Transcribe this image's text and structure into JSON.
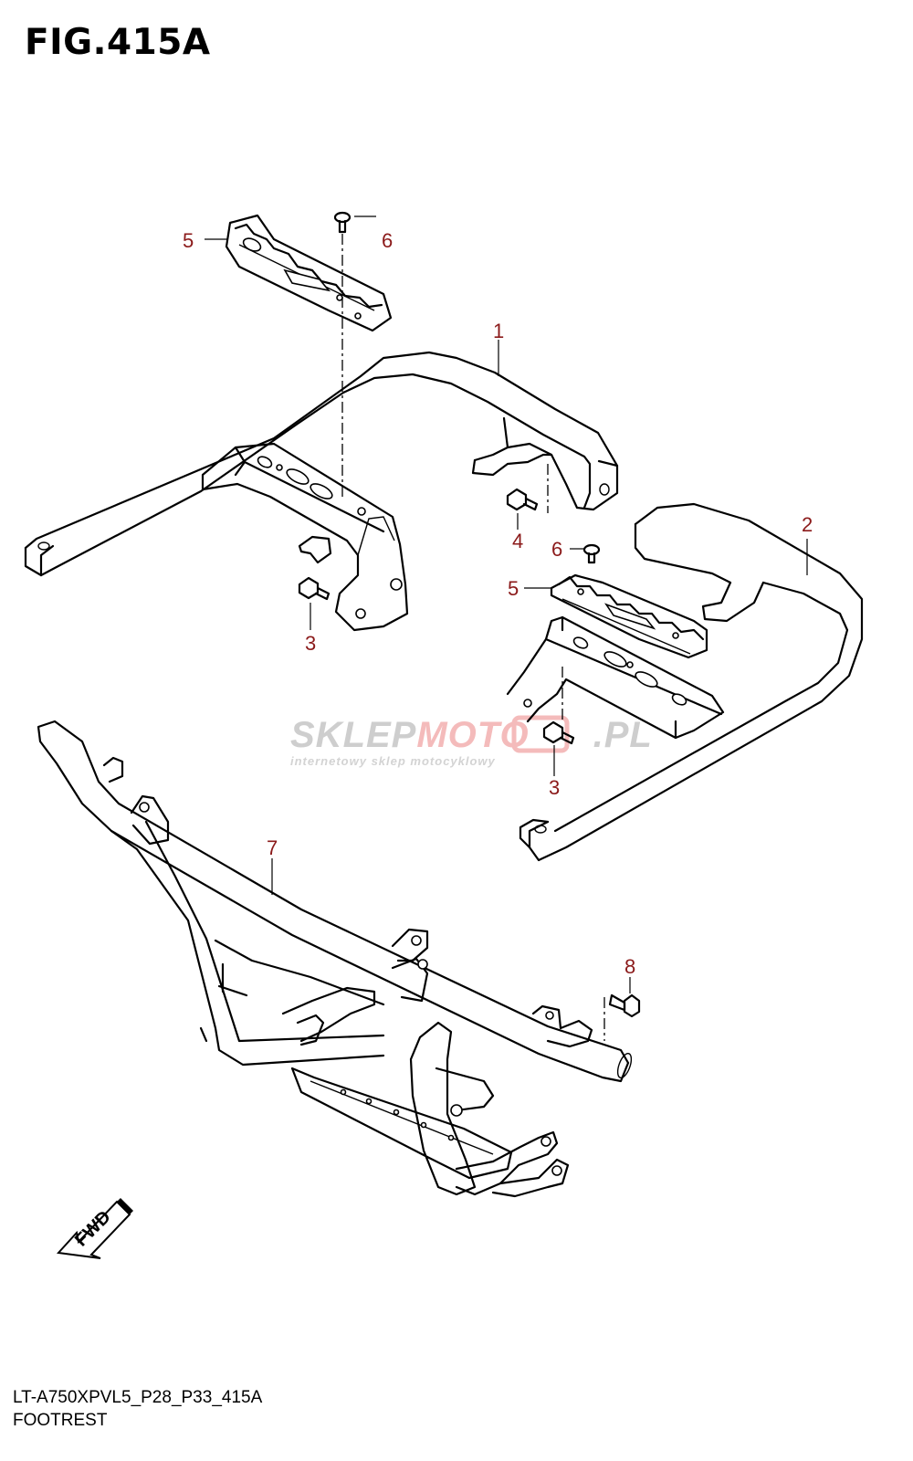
{
  "figure": {
    "title": "FIG.415A",
    "model_code": "LT-A750XPVL5_P28_P33_415A",
    "section_name": "FOOTREST"
  },
  "callouts": {
    "c1": "1",
    "c2": "2",
    "c3a": "3",
    "c3b": "3",
    "c4": "4",
    "c5a": "5",
    "c5b": "5",
    "c6a": "6",
    "c6b": "6",
    "c7": "7",
    "c8": "8"
  },
  "watermark": {
    "brand_left": "SKLEP",
    "brand_mid": "MOTO",
    "brand_right": ".PL",
    "tagline": "internetowy sklep motocyklowy"
  },
  "fwd_arrow": {
    "label": "FWD"
  },
  "colors": {
    "callout": "#8b1a1a",
    "line_art": "#000000",
    "watermark_gray": "#c9c9c9",
    "watermark_red": "#f3b4b4"
  }
}
